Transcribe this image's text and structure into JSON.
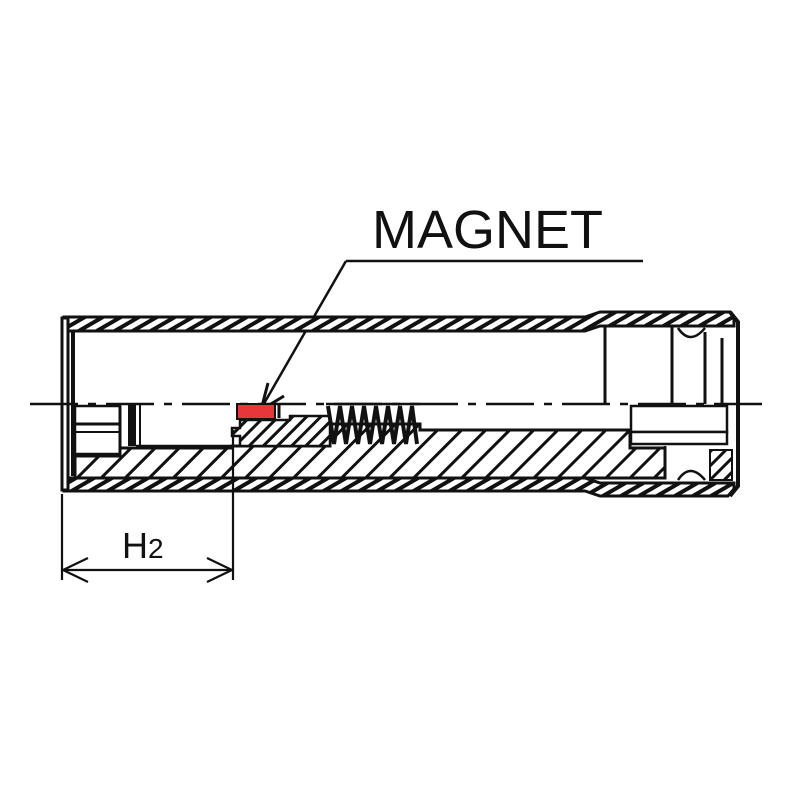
{
  "diagram": {
    "type": "technical cross-section drawing",
    "subject": "magnetic socket",
    "labels": {
      "callout": "MAGNET",
      "dimension_main": "H",
      "dimension_sub": "2"
    },
    "colors": {
      "line": "#111111",
      "magnet_fill": "#e8373b",
      "background": "#ffffff"
    },
    "parts": [
      "outer-shell",
      "centerline",
      "magnet",
      "spring",
      "magnet-holder",
      "socket-body",
      "drive-end",
      "dimension-h2"
    ]
  }
}
